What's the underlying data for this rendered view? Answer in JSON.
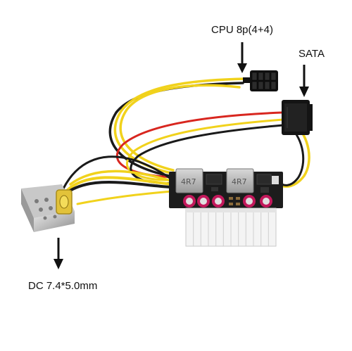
{
  "labels": {
    "cpu": "CPU 8p(4+4)",
    "sata": "SATA",
    "dc": "DC 7.4*5.0mm"
  },
  "board_markings": {
    "inductor_left": "4R7",
    "inductor_right": "4R7"
  },
  "colors": {
    "wire_yellow": "#f1d21c",
    "wire_black": "#1a1a1a",
    "wire_red": "#d8261f",
    "pcb": "#1c1c1c",
    "capacitor": "#c2185b",
    "pin_header": "#f4f4f4",
    "text": "#111111"
  }
}
